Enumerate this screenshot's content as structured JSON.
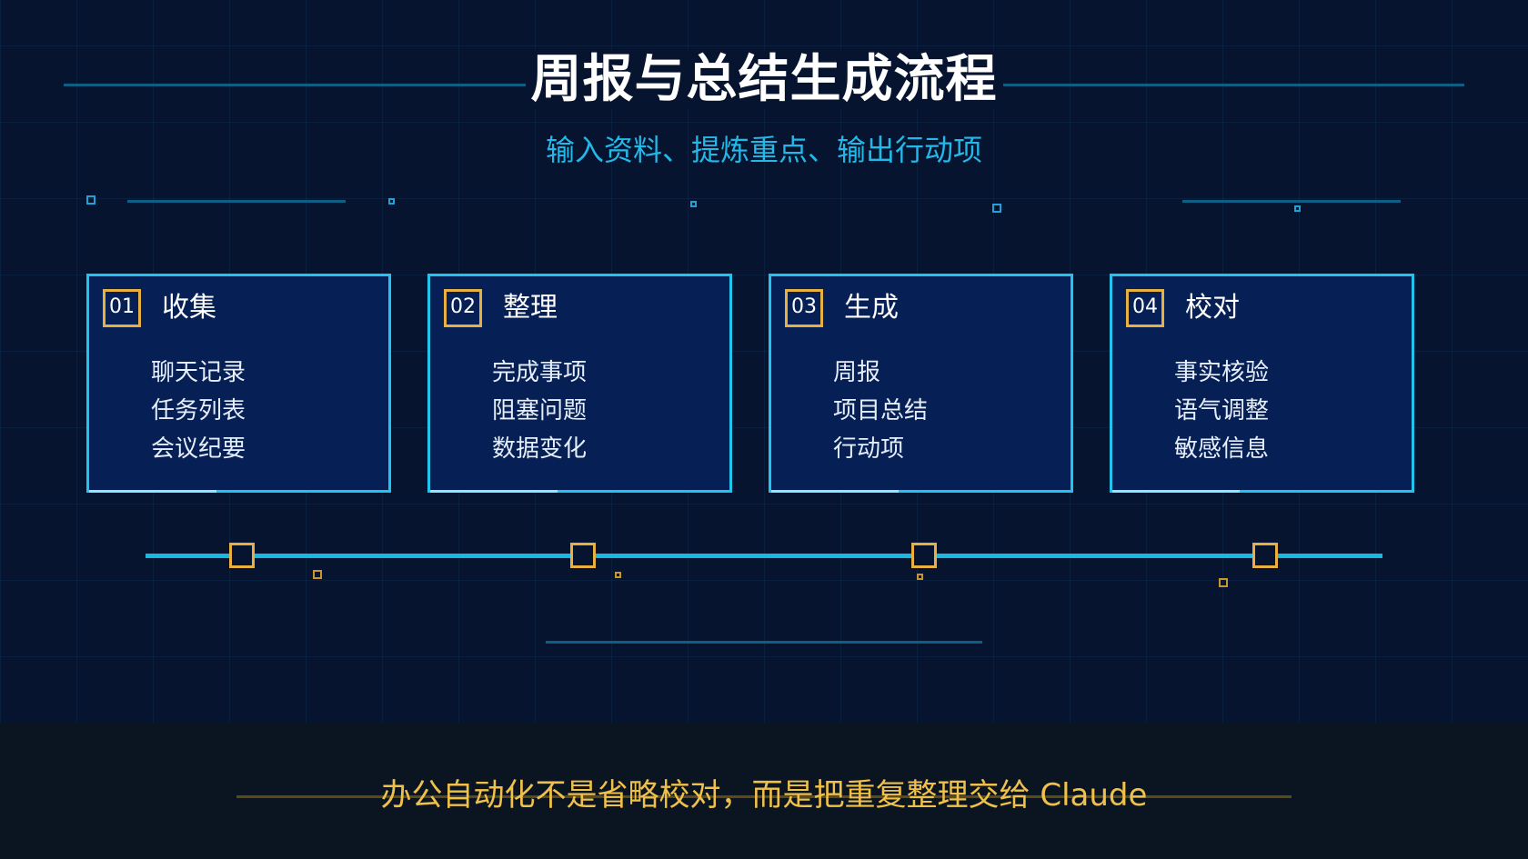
{
  "title": "周报与总结生成流程",
  "subtitle": "输入资料、提炼重点、输出行动项",
  "colors": {
    "background": "#061430",
    "card_fill": "#062056",
    "card_border": "#22c4ee",
    "accent_gold": "#e8b040",
    "subtitle": "#22b8e8",
    "footer_text": "#f0c14a"
  },
  "steps": [
    {
      "num": "01",
      "title": "收集",
      "items": [
        "聊天记录",
        "任务列表",
        "会议纪要"
      ]
    },
    {
      "num": "02",
      "title": "整理",
      "items": [
        "完成事项",
        "阻塞问题",
        "数据变化"
      ]
    },
    {
      "num": "03",
      "title": "生成",
      "items": [
        "周报",
        "项目总结",
        "行动项"
      ]
    },
    {
      "num": "04",
      "title": "校对",
      "items": [
        "事实核验",
        "语气调整",
        "敏感信息"
      ]
    }
  ],
  "footer": "办公自动化不是省略校对，而是把重复整理交给 Claude"
}
